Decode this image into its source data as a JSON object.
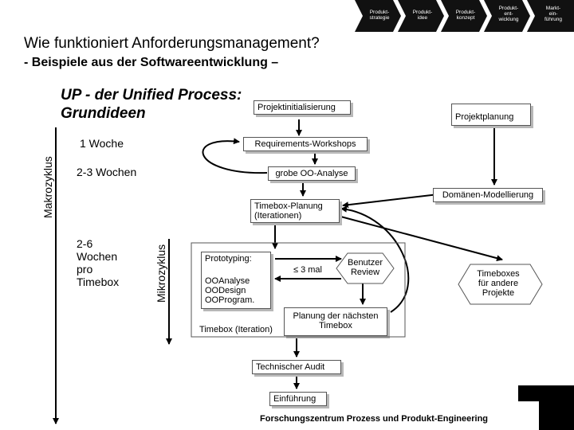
{
  "nav": {
    "items": [
      {
        "label": "Produkt-\nstrategie"
      },
      {
        "label": "Produkt-\nidee"
      },
      {
        "label": "Produkt-\nkonzept"
      },
      {
        "label": "Produkt-\nent-\nwicklung"
      },
      {
        "label": "Markt-\nein-\nführung"
      }
    ]
  },
  "header": {
    "title": "Wie funktioniert Anforderungsmanagement?",
    "subtitle": "- Beispiele aus der Softwareentwicklung –"
  },
  "diagram": {
    "up_title_line1": "UP - der Unified Process:",
    "up_title_line2": "Grundideen",
    "makrozyklus": "Makrozyklus",
    "mikrozyklus": "Mikrozyklus",
    "label_1_woche": "1 Woche",
    "label_2_3_wochen": "2-3 Wochen",
    "label_2_6_wochen": "2-6\nWochen\npro\nTimebox",
    "projektinitialisierung": "Projektinitialisierung",
    "projektplanung": "Projektplanung",
    "requirements_workshops": "Requirements-Workshops",
    "grobe_oo_analyse": "grobe OO-Analyse",
    "domaenen_modellierung": "Domänen-Modellierung",
    "timebox_planung": "Timebox-Planung\n(Iterationen)",
    "prototyping": "Prototyping:",
    "oo_list": "OOAnalyse\nOODesign\nOOProgram.",
    "le_3_mal": "≤ 3 mal",
    "benutzer_review": "Benutzer\nReview",
    "timeboxes_andere": "Timeboxes\nfür andere\nProjekte",
    "planung_naechste": "Planung der nächsten\nTimebox",
    "timebox_iteration": "Timebox (Iteration)",
    "technischer_audit": "Technischer Audit",
    "einfuehrung": "Einführung"
  },
  "footer": {
    "text": "Forschungszentrum Prozess und Produkt-Engineering"
  },
  "colors": {
    "nav_fill": "#111111",
    "shadow": "#b8b8b8"
  }
}
